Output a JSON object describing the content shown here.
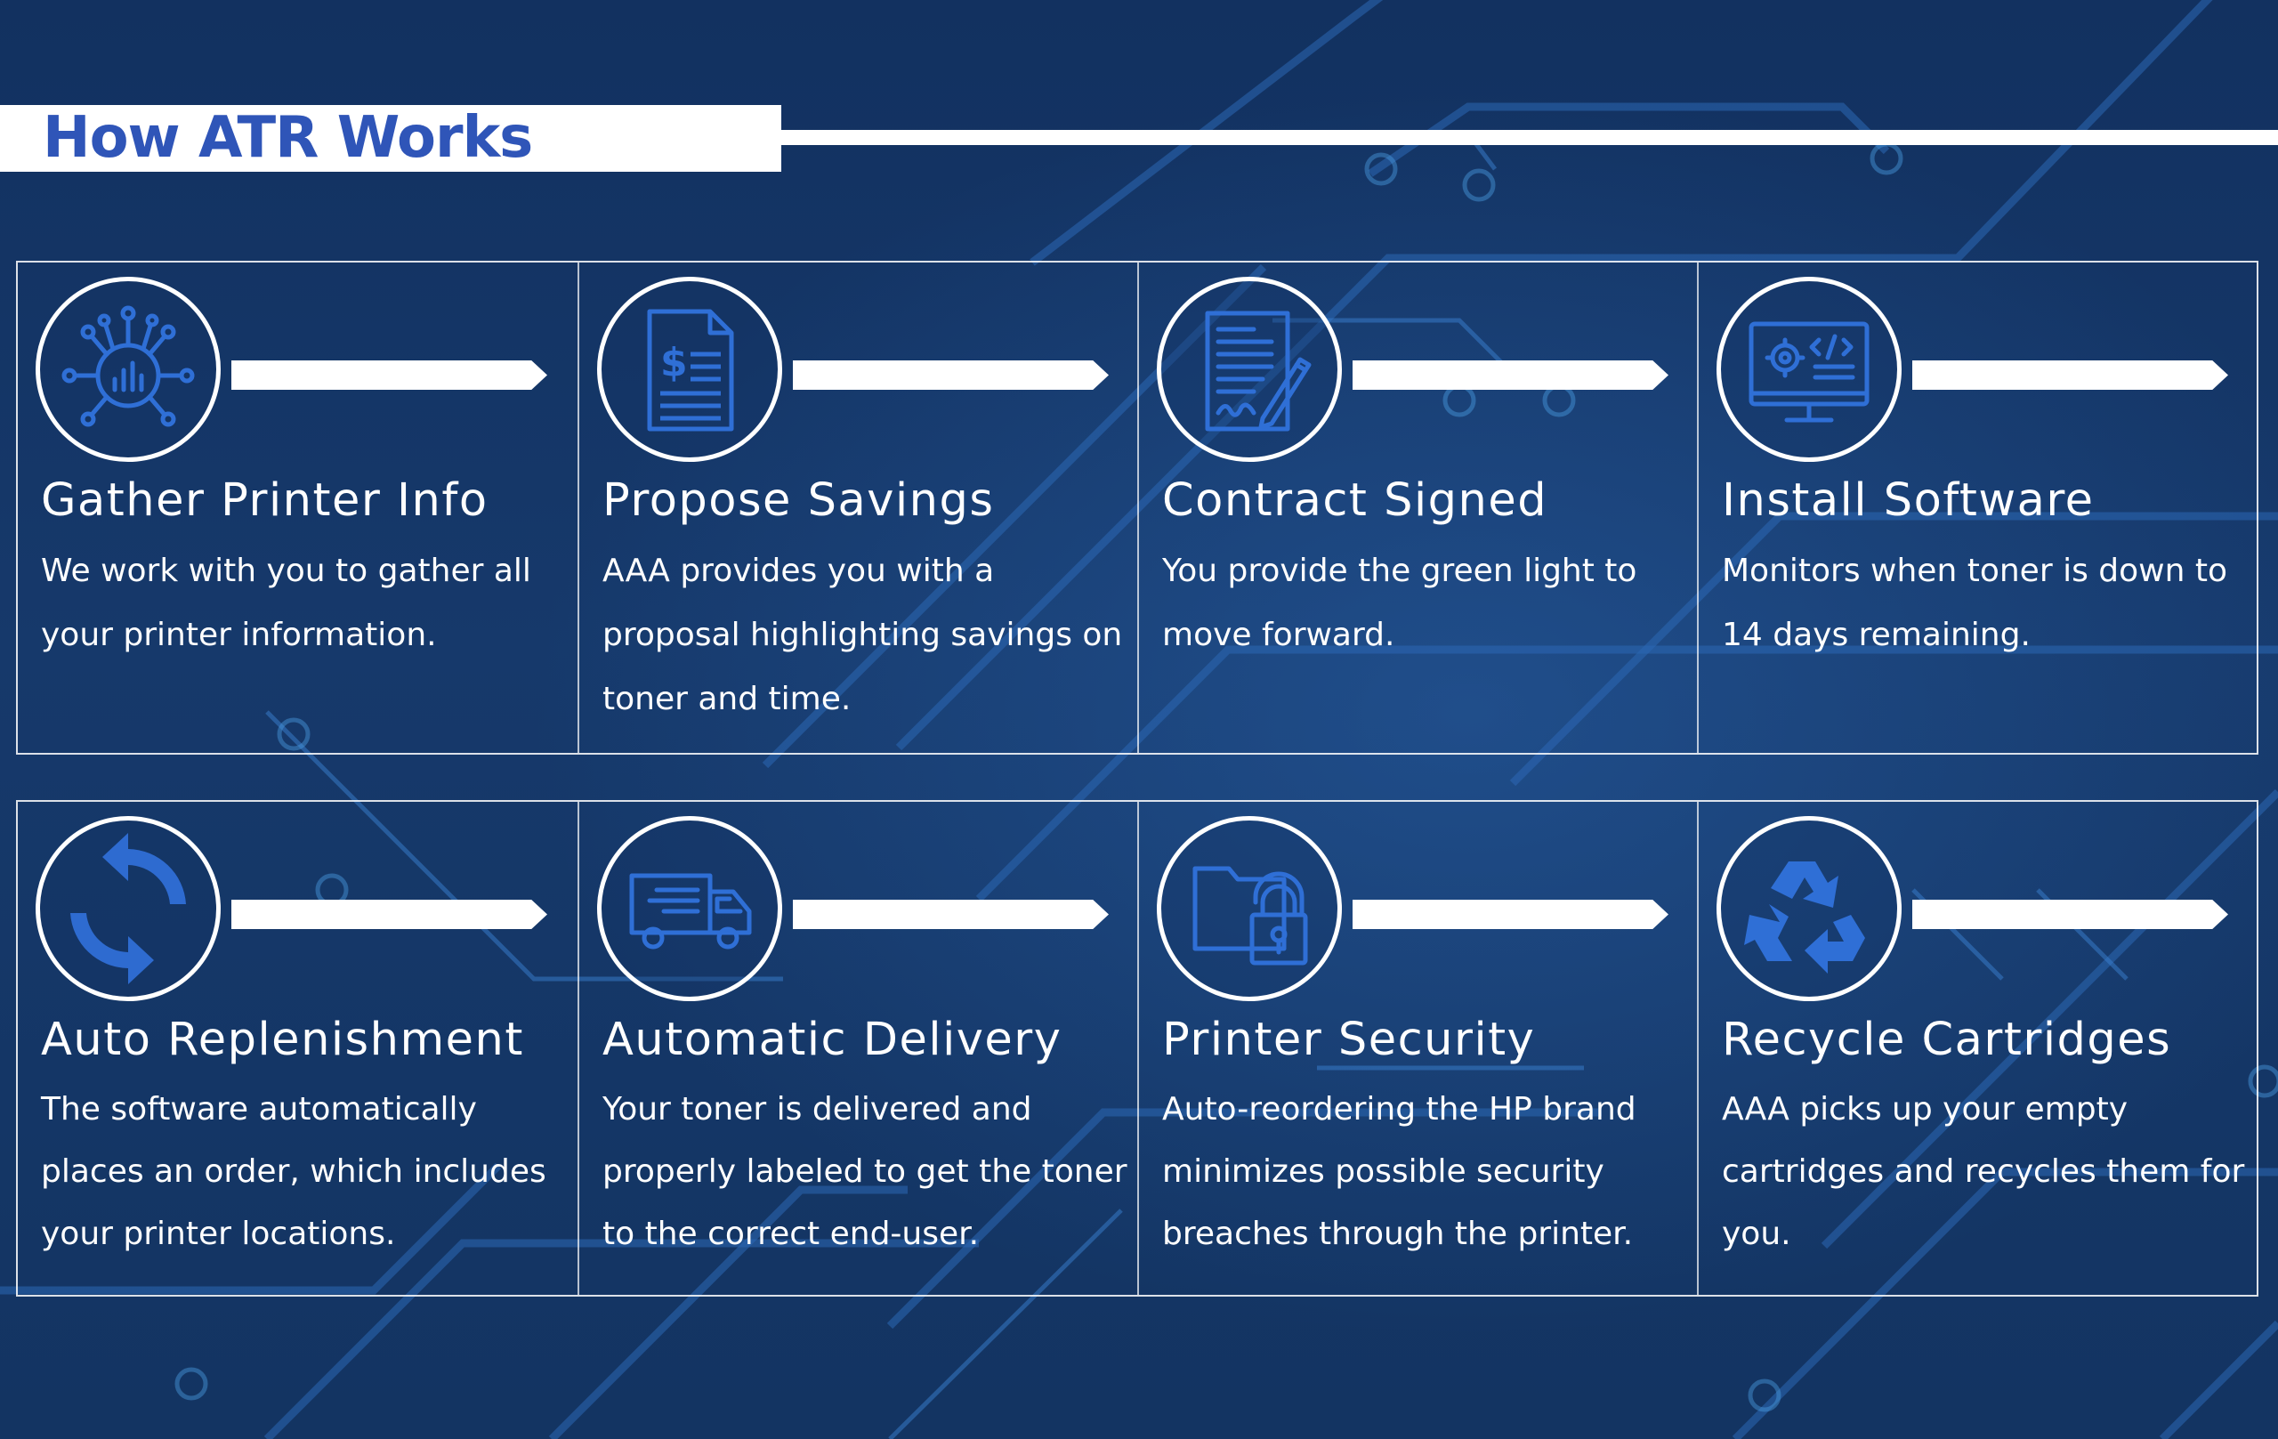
{
  "page": {
    "title": "How ATR Works",
    "colors": {
      "background": "#143564",
      "title_text": "#2f55b8",
      "icon_blue": "#2f6fd6",
      "foreground": "#ffffff"
    }
  },
  "steps": [
    {
      "icon": "network-chart-icon",
      "title": "Gather Printer Info",
      "description": "We work with you to gather all your printer information."
    },
    {
      "icon": "invoice-document-icon",
      "title": "Propose Savings",
      "description": "AAA provides you with a proposal highlighting savings on toner and time."
    },
    {
      "icon": "signed-contract-icon",
      "title": "Contract Signed",
      "description": "You provide the green light to move forward."
    },
    {
      "icon": "software-monitor-icon",
      "title": "Install Software",
      "description": "Monitors when toner is down to 14 days remaining."
    },
    {
      "icon": "refresh-arrows-icon",
      "title": "Auto Replenishment",
      "description": "The software automatically places an order, which includes your printer locations."
    },
    {
      "icon": "delivery-truck-icon",
      "title": "Automatic Delivery",
      "description": "Your toner is delivered and properly labeled to get the toner to the correct end-user."
    },
    {
      "icon": "folder-lock-icon",
      "title": "Printer Security",
      "description": "Auto-reordering the HP brand minimizes possible security breaches through the printer."
    },
    {
      "icon": "recycle-icon",
      "title": "Recycle Cartridges",
      "description": "AAA picks up your empty cartridges and recycles them for you."
    }
  ]
}
